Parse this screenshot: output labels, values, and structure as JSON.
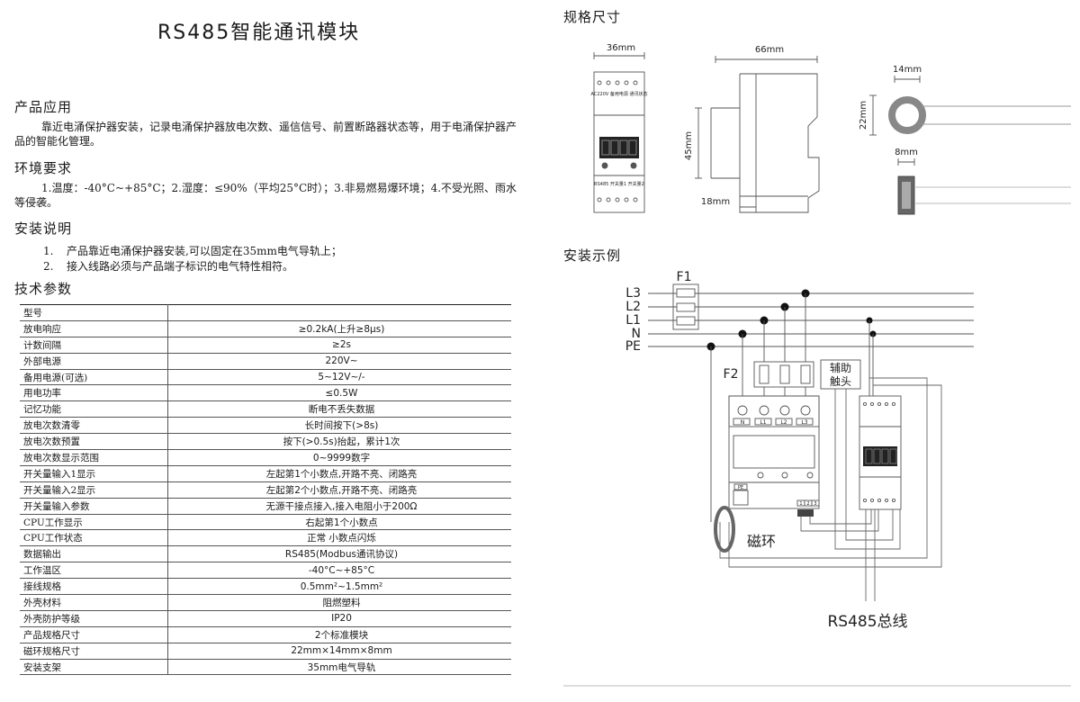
{
  "title": "RS485智能通讯模块",
  "sections": {
    "application": {
      "heading": "产品应用",
      "text": "靠近电涌保护器安装，记录电涌保护器放电次数、遥信信号、前置断路器状态等，用于电涌保护器产品的智能化管理。"
    },
    "environment": {
      "heading": "环境要求",
      "text": "1.温度：-40°C~+85°C；2.湿度：≤90%（平均25°C时）；3.非易燃易爆环境；4.不受光照、雨水等侵袭。"
    },
    "installation": {
      "heading": "安装说明",
      "items": [
        {
          "num": "1.",
          "text": "产品靠近电涌保护器安装,可以固定在35mm电气导轨上；"
        },
        {
          "num": "2.",
          "text": "接入线路必须与产品端子标识的电气特性相符。"
        }
      ]
    },
    "specs": {
      "heading": "技术参数",
      "rows": [
        {
          "k": "型号",
          "v": ""
        },
        {
          "k": "放电响应",
          "v": "≥0.2kA(上升≥8μs)"
        },
        {
          "k": "计数间隔",
          "v": "≥2s"
        },
        {
          "k": "外部电源",
          "v": "220V~"
        },
        {
          "k": "备用电源(可选)",
          "v": "5~12V~/-"
        },
        {
          "k": "用电功率",
          "v": "≤0.5W"
        },
        {
          "k": "记忆功能",
          "v": "断电不丢失数据"
        },
        {
          "k": "放电次数清零",
          "v": "长时间按下(>8s)"
        },
        {
          "k": "放电次数预置",
          "v": "按下(>0.5s)抬起，累计1次"
        },
        {
          "k": "放电次数显示范围",
          "v": "0~9999数字"
        },
        {
          "k": "开关量输入1显示",
          "v": "左起第1个小数点,开路不亮、闭路亮"
        },
        {
          "k": "开关量输入2显示",
          "v": "左起第2个小数点,开路不亮、闭路亮"
        },
        {
          "k": "开关量输入参数",
          "v": "无源干接点接入,接入电阻小于200Ω"
        },
        {
          "k": "CPU工作显示",
          "v": "右起第1个小数点"
        },
        {
          "k": "CPU工作状态",
          "v": "正常 小数点闪烁"
        },
        {
          "k": "数据输出",
          "v": "RS485(Modbus通讯协议)"
        },
        {
          "k": "工作温区",
          "v": "-40°C~+85°C"
        },
        {
          "k": "接线规格",
          "v": "0.5mm²~1.5mm²"
        },
        {
          "k": "外壳材料",
          "v": "阻燃塑料"
        },
        {
          "k": "外壳防护等级",
          "v": "IP20"
        },
        {
          "k": "产品规格尺寸",
          "v": "2个标准模块"
        },
        {
          "k": "磁环规格尺寸",
          "v": "22mm×14mm×8mm"
        },
        {
          "k": "安装支架",
          "v": "35mm电气导轨"
        }
      ]
    }
  },
  "dimensions": {
    "heading": "规格尺寸",
    "width_front": "36mm",
    "width_side": "66mm",
    "height": "45mm",
    "depth_bottom": "18mm",
    "ring_outer": "22mm",
    "ring_inner": "14mm",
    "ring_thick": "8mm",
    "front_label": "AC220V 备用电源 通讯状态",
    "front_bottom_label": "RS485 开关量1 开关量2"
  },
  "install_example": {
    "heading": "安装示例",
    "lines": [
      "L3",
      "L2",
      "L1",
      "N",
      "PE"
    ],
    "fuse1": "F1",
    "fuse2": "F2",
    "aux_contact": "辅助触头",
    "spd_terminals": [
      "N",
      "L1",
      "L2",
      "L3"
    ],
    "spd_pe": "PE",
    "spd_aux_terminals": [
      "1",
      "2",
      "3"
    ],
    "ring_label": "磁环",
    "bus_label": "RS485总线"
  },
  "colors": {
    "text": "#1a1a1a",
    "line": "#555555",
    "display": "#222222"
  }
}
